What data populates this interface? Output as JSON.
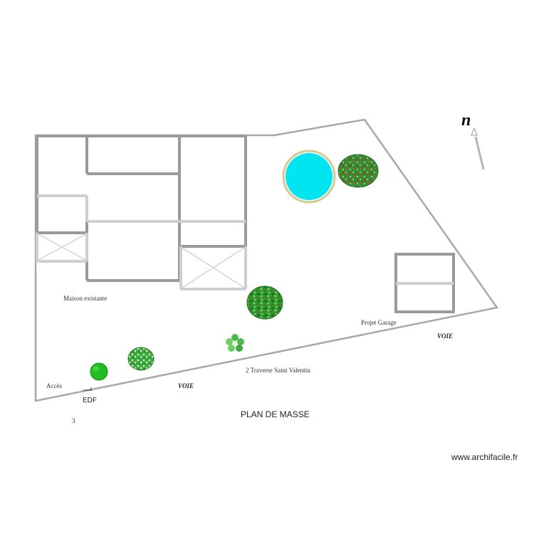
{
  "labels": {
    "maison": "Maison existante",
    "garage": "Projet Garage",
    "voie": "VOIE",
    "adresse": "2 Traverse Saint Valentin",
    "acces": "Accès",
    "edf": "EDF",
    "number": "3",
    "title": "PLAN DE MASSE",
    "website": "www.archifacile.fr",
    "north": "n"
  },
  "colors": {
    "pool": "#00e5ef",
    "pool_rim": "#d9c98a",
    "tree_dark": "#2e9a2e",
    "tree_light": "#5fcf4f",
    "tree_bright": "#1fbf1f",
    "tree_red": "#a83a2a",
    "wall": "#9a9a9a"
  },
  "icons": {
    "pool": "swimming-pool-icon",
    "tree": "tree-icon",
    "north_arrow": "north-arrow-icon"
  }
}
